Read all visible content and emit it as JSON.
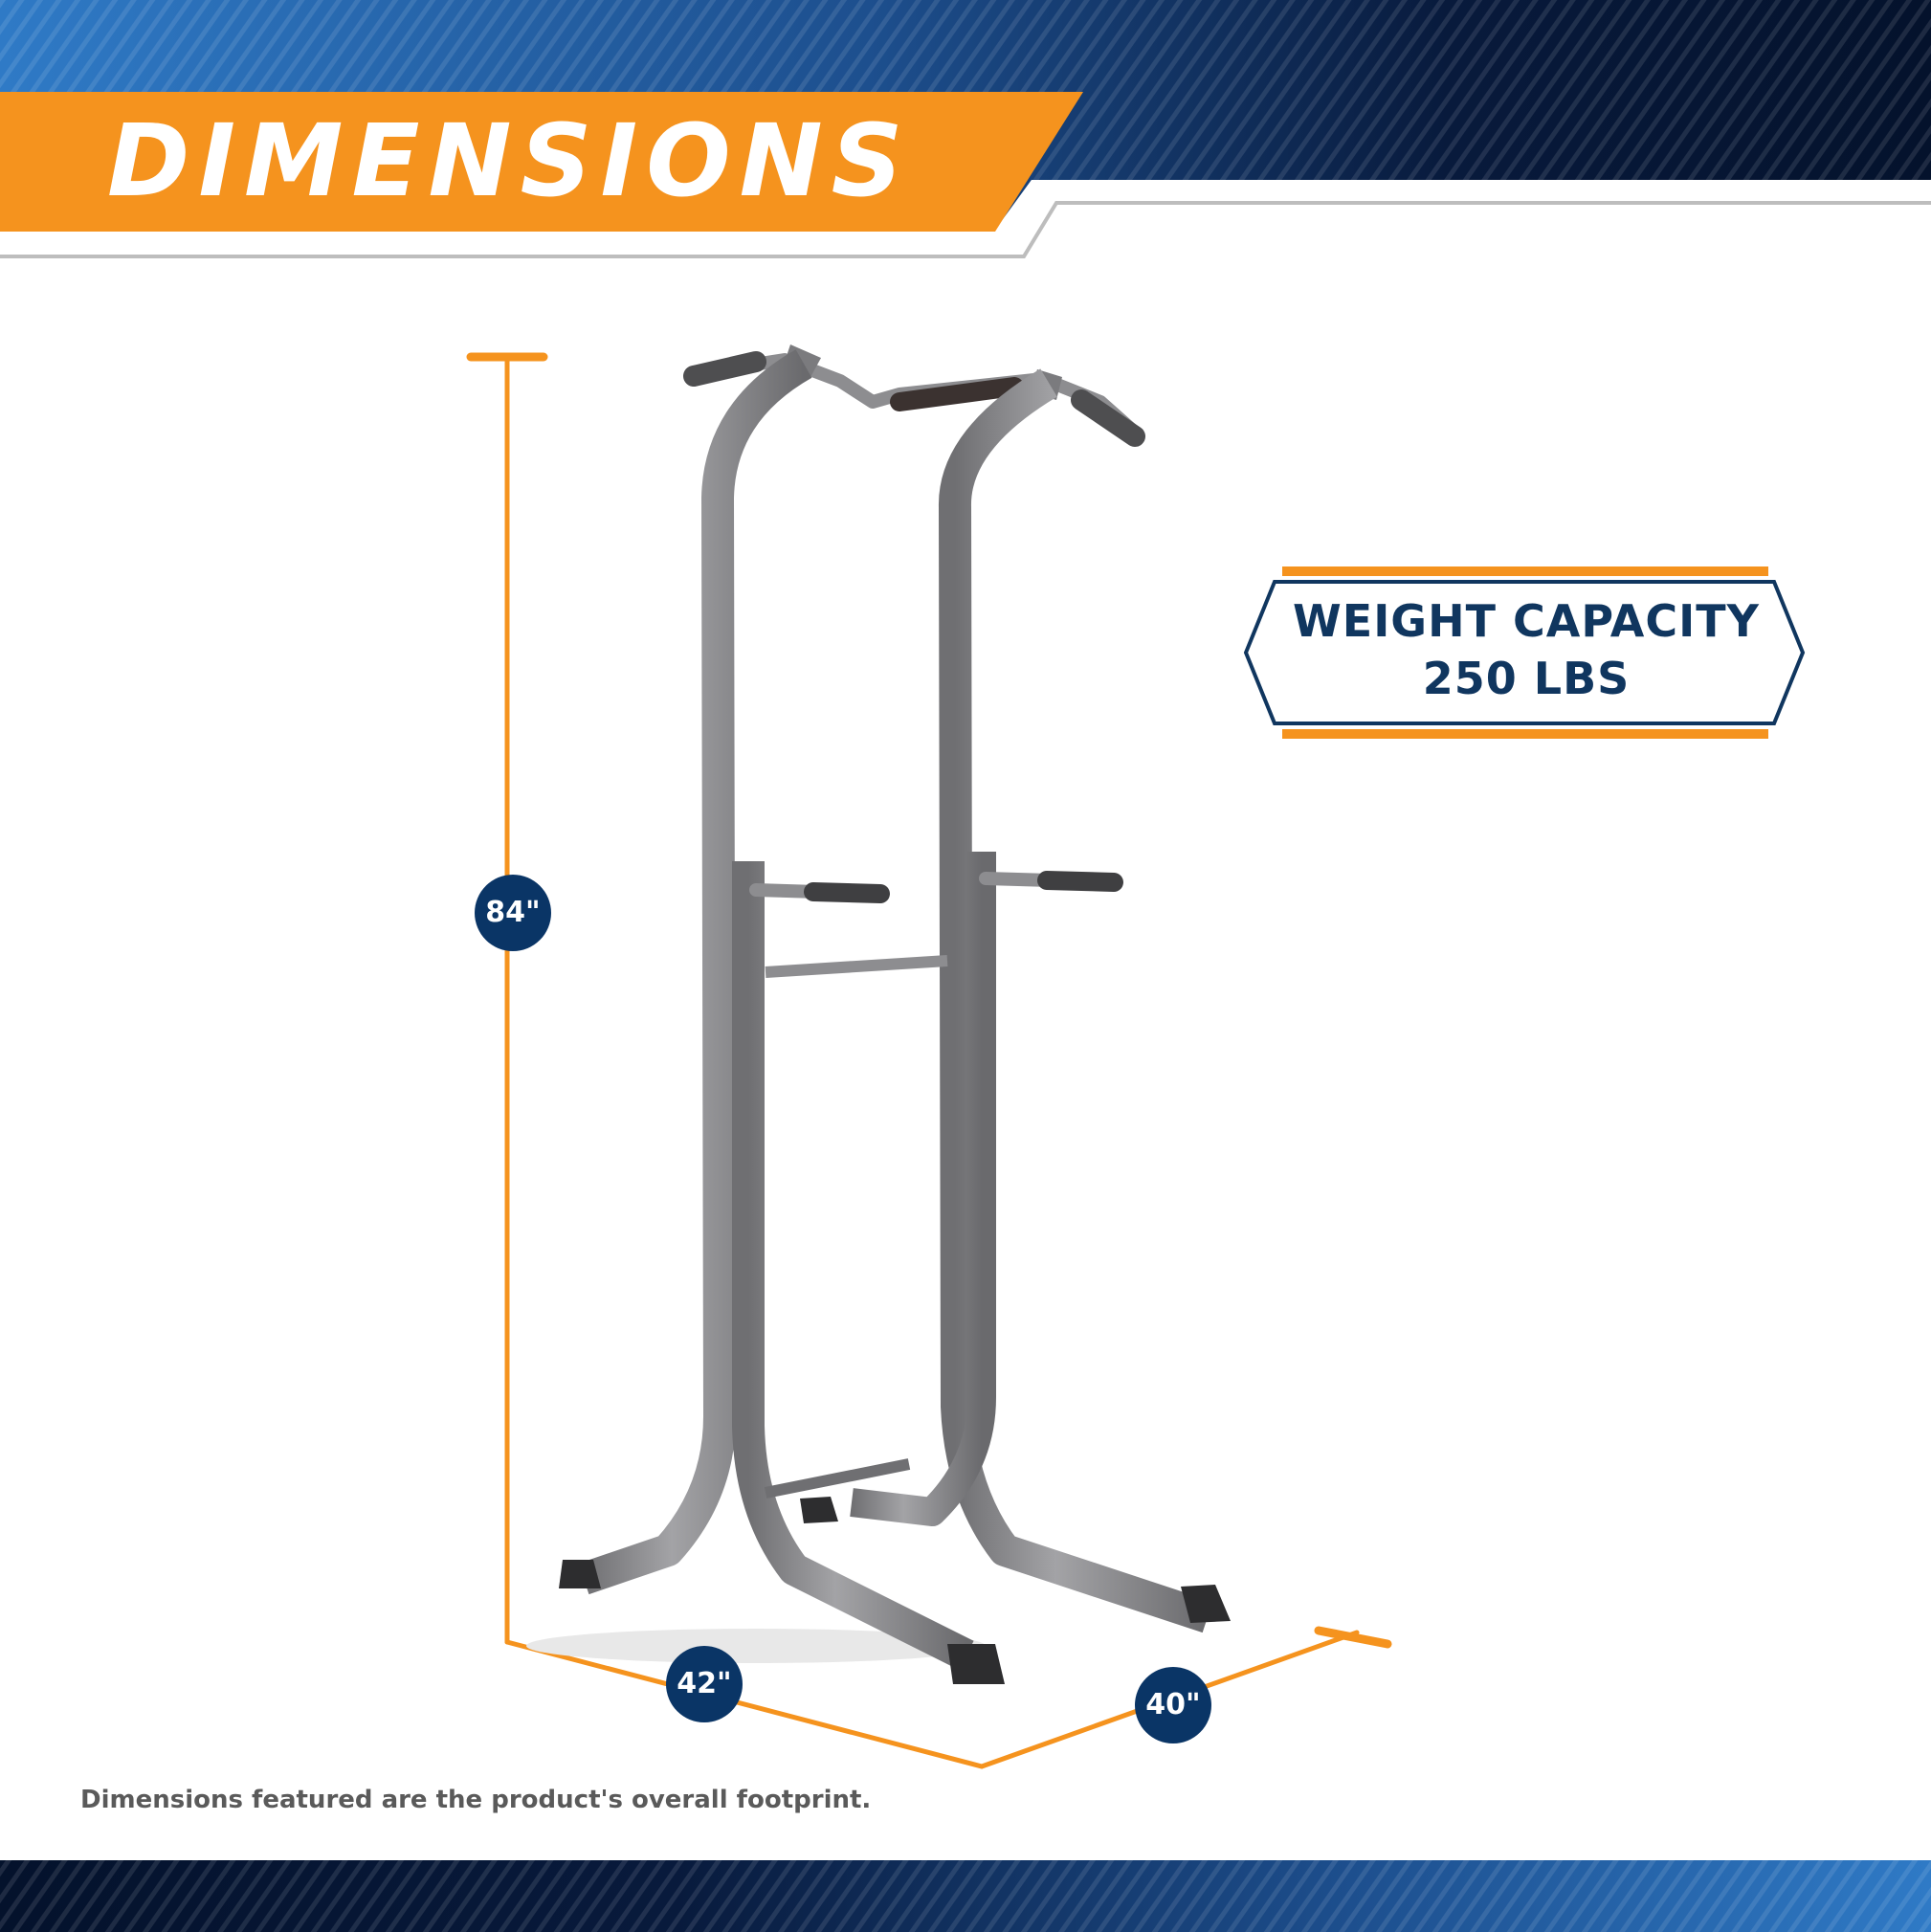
{
  "header": {
    "title": "DIMENSIONS"
  },
  "dimensions": {
    "height": "84\"",
    "width": "42\"",
    "depth": "40\""
  },
  "weight_capacity": {
    "line1": "WEIGHT CAPACITY",
    "line2": "250 LBS"
  },
  "footnote": "Dimensions featured are the product's overall footprint.",
  "colors": {
    "orange": "#f5931e",
    "navy": "#0a3566",
    "dark_navy": "#04132e",
    "blue": "#2b6db4",
    "frame_gray": "#8a8a8c"
  },
  "icons": [
    "power-tower-product-image"
  ]
}
